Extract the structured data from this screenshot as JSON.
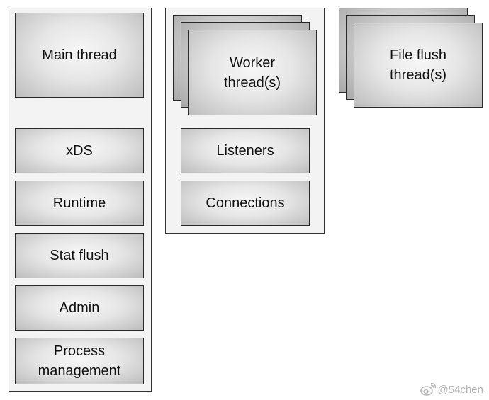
{
  "main_panel": {
    "boxes": [
      "Main thread",
      "xDS",
      "Runtime",
      "Stat flush",
      "Admin",
      "Process\nmanagement"
    ]
  },
  "worker_panel": {
    "stack_label": "Worker\nthread(s)",
    "boxes": [
      "Listeners",
      "Connections"
    ]
  },
  "file_flush": {
    "stack_label": "File flush\nthread(s)"
  },
  "watermark": {
    "text": "@54chen",
    "icon": "weibo-icon"
  }
}
